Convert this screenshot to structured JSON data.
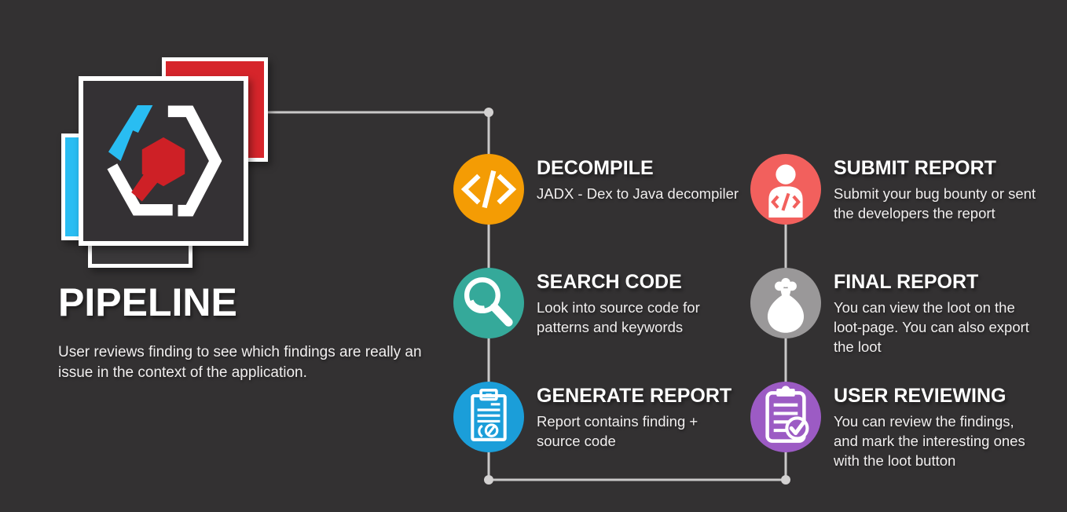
{
  "background_color": "#333132",
  "connector": {
    "color": "#C9C8C8",
    "dot_color": "#D3D1D1"
  },
  "logo": {
    "name": "hexagon-code-logo",
    "colors": {
      "cyan_square": "#29BDF2",
      "red_square": "#D6252B",
      "dark_square": "#3A383A",
      "main_square": "#343134",
      "hex_cyan": "#29BDF2",
      "hex_red": "#CE2026",
      "hex_white": "#FFFFFF"
    }
  },
  "heading": {
    "title": "PIPELINE",
    "description_lines": [
      "User reviews finding to see which findings are really an",
      "issue in the context of the application."
    ]
  },
  "steps": [
    {
      "title": "DECOMPILE",
      "icon": "code-icon",
      "color": "#F49C04",
      "desc_lines": [
        "JADX - Dex to Java decompiler"
      ]
    },
    {
      "title": "SEARCH CODE",
      "icon": "search-icon",
      "color": "#35A99A",
      "desc_lines": [
        "Look into source code for",
        "patterns and keywords"
      ]
    },
    {
      "title": "GENERATE REPORT",
      "icon": "report-icon",
      "color": "#1B9ED9",
      "desc_lines": [
        "Report contains finding +",
        "source code"
      ]
    },
    {
      "title": "SUBMIT REPORT",
      "icon": "person-icon",
      "color": "#F2605D",
      "desc_lines": [
        "Submit your bug bounty or sent",
        "the developers the report"
      ]
    },
    {
      "title": "FINAL REPORT",
      "icon": "moneybag-icon",
      "color": "#9A9899",
      "desc_lines": [
        "You can view the loot on the",
        "loot-page. You can also export",
        "the loot"
      ]
    },
    {
      "title": "USER REVIEWING",
      "icon": "clipboard-check-icon",
      "color": "#9C5BC4",
      "desc_lines": [
        "You can review the findings,",
        "and mark the interesting ones",
        "with the loot button"
      ]
    }
  ]
}
